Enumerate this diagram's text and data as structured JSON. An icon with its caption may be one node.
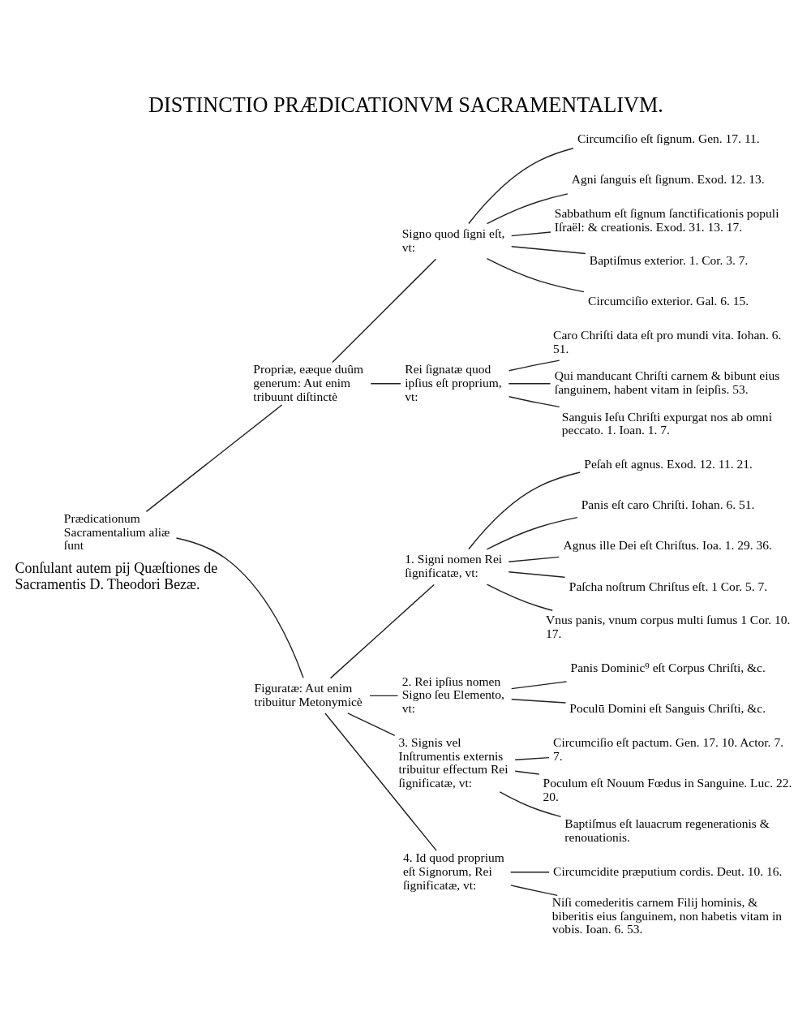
{
  "diagram": {
    "title": "DISTINCTIO PRÆDICATIONVM SACRAMENTALIVM.",
    "caption": "Conſulant autem pij Quæſtiones de Sacramentis D. Theodori Bezæ.",
    "nodes": [
      {
        "text": [
          "Prædicationum Sacramentalium aliæ ſunt"
        ]
      },
      {
        "text": [
          "Propriæ, eæque duûm generum: Aut enim tribuunt diſtinctè"
        ]
      },
      {
        "text": [
          "Signo quod ſigni eſt, vt:"
        ]
      },
      {
        "text": [
          "Circumciſio eſt ſignum. Gen. 17. 11."
        ]
      },
      {
        "text": [
          "Agni ſanguis eſt ſignum. Exod. 12. 13."
        ]
      },
      {
        "text": [
          "Sabbathum eſt ſignum ſanctificationis populi Iſraël: & creationis. Exod. 31. 13. 17."
        ]
      },
      {
        "text": [
          "Baptiſmus exterior. 1. Cor. 3. 7."
        ]
      },
      {
        "text": [
          "Circumciſio exterior. Gal. 6. 15."
        ]
      },
      {
        "text": [
          "Rei ſignatæ quod ipſius eſt proprium, vt:"
        ]
      },
      {
        "text": [
          "Caro Chriſti data eſt pro mundi vita. Iohan. 6. 51."
        ]
      },
      {
        "text": [
          "Qui manducant Chriſti carnem & bibunt eius ſanguinem, habent vitam in ſeipſis. 53."
        ]
      },
      {
        "text": [
          "Sanguis Ieſu Chriſti expurgat nos ab omni peccato. 1. Ioan. 1. 7."
        ]
      },
      {
        "text": [
          "Figuratæ: Aut enim tribuitur Metonymicè"
        ]
      },
      {
        "text": [
          "1. Signi nomen Rei ſignificatæ, vt:"
        ]
      },
      {
        "text": [
          "Peſah eſt agnus. Exod. 12. 11. 21."
        ]
      },
      {
        "text": [
          "Panis eſt caro Chriſti. Iohan. 6. 51."
        ]
      },
      {
        "text": [
          "Agnus ille Dei eſt Chriſtus. Ioa. 1. 29. 36."
        ]
      },
      {
        "text": [
          "Paſcha noſtrum Chriſtus eſt. 1 Cor. 5. 7."
        ]
      },
      {
        "text": [
          "Vnus panis, vnum corpus multi ſumus 1 Cor. 10. 17."
        ]
      },
      {
        "text": [
          "2. Rei ipſius nomen Signo ſeu Elemento, vt:"
        ]
      },
      {
        "text": [
          "Panis Dominic⁹ eſt Corpus Chriſti, &c."
        ]
      },
      {
        "text": [
          "Poculū Domini eſt Sanguis Chriſti, &c."
        ]
      },
      {
        "text": [
          "3. Signis vel Inſtrumentis externis tribuitur effectum Rei ſignificatæ, vt:"
        ]
      },
      {
        "text": [
          "Circumciſio eſt pactum. Gen. 17. 10. Actor. 7. 7."
        ]
      },
      {
        "text": [
          "Poculum eſt Nouum Fœdus in Sanguine. Luc. 22. 20."
        ]
      },
      {
        "text": [
          "Baptiſmus eſt lauacrum regenerationis & renouationis."
        ]
      },
      {
        "text": [
          "4. Id quod proprium eſt Signorum, Rei ſignificatæ, vt:"
        ]
      },
      {
        "text": [
          "Circumcidite præputium cordis. Deut. 10. 16."
        ]
      },
      {
        "text": [
          "Niſi comederitis carnem Filij hominis, & biberitis eius ſanguinem, non habetis vitam in vobis. Ioan. 6. 53."
        ]
      }
    ],
    "edges": [
      {
        "from": 0,
        "to": 1,
        "arrow": "none"
      },
      {
        "from": 0,
        "to": 12,
        "arrow": "none"
      },
      {
        "from": 1,
        "to": 2,
        "arrow": "none"
      },
      {
        "from": 1,
        "to": 8,
        "arrow": "none"
      },
      {
        "from": 2,
        "to": 3,
        "arrow": "none"
      },
      {
        "from": 2,
        "to": 4,
        "arrow": "none"
      },
      {
        "from": 2,
        "to": 5,
        "arrow": "none"
      },
      {
        "from": 2,
        "to": 6,
        "arrow": "none"
      },
      {
        "from": 2,
        "to": 7,
        "arrow": "none"
      },
      {
        "from": 8,
        "to": 9,
        "arrow": "none"
      },
      {
        "from": 8,
        "to": 10,
        "arrow": "none"
      },
      {
        "from": 8,
        "to": 11,
        "arrow": "none"
      },
      {
        "from": 12,
        "to": 13,
        "arrow": "none"
      },
      {
        "from": 12,
        "to": 19,
        "arrow": "none"
      },
      {
        "from": 12,
        "to": 22,
        "arrow": "none"
      },
      {
        "from": 12,
        "to": 26,
        "arrow": "none"
      },
      {
        "from": 13,
        "to": 14,
        "arrow": "none"
      },
      {
        "from": 13,
        "to": 15,
        "arrow": "none"
      },
      {
        "from": 13,
        "to": 16,
        "arrow": "none"
      },
      {
        "from": 13,
        "to": 17,
        "arrow": "none"
      },
      {
        "from": 13,
        "to": 18,
        "arrow": "none"
      },
      {
        "from": 19,
        "to": 20,
        "arrow": "none"
      },
      {
        "from": 19,
        "to": 21,
        "arrow": "none"
      },
      {
        "from": 22,
        "to": 23,
        "arrow": "none"
      },
      {
        "from": 22,
        "to": 24,
        "arrow": "none"
      },
      {
        "from": 22,
        "to": 25,
        "arrow": "none"
      },
      {
        "from": 26,
        "to": 27,
        "arrow": "none"
      },
      {
        "from": 26,
        "to": 28,
        "arrow": "none"
      }
    ]
  }
}
